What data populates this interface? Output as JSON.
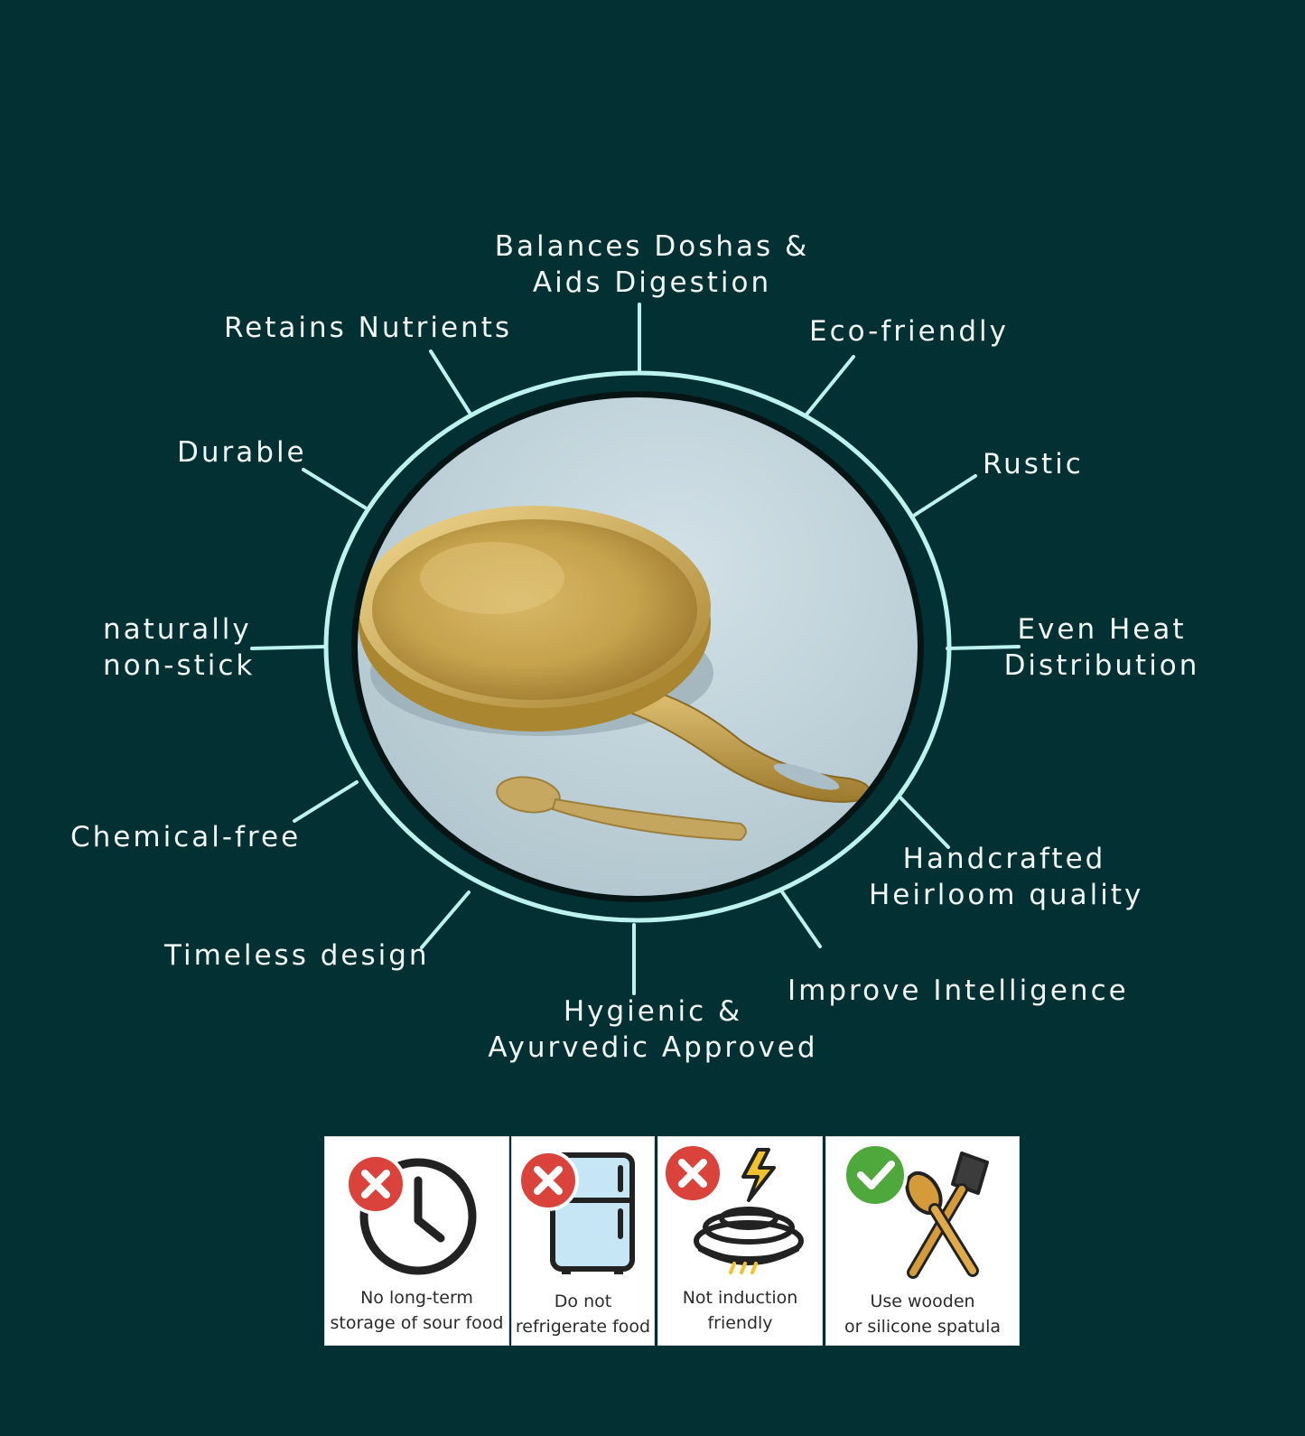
{
  "features": {
    "balances_doshas": [
      "Balances Doshas &",
      "Aids Digestion"
    ],
    "eco_friendly": "Eco-friendly",
    "retains_nutrients": "Retains Nutrients",
    "durable": "Durable",
    "rustic": "Rustic",
    "naturally_non_stick": [
      "naturally",
      "non-stick"
    ],
    "even_heat": [
      "Even Heat",
      "Distribution"
    ],
    "chemical_free": "Chemical-free",
    "handcrafted": [
      "Handcrafted",
      "Heirloom quality"
    ],
    "timeless_design": "Timeless design",
    "improve_intelligence": "Improve Intelligence",
    "hygienic": [
      "Hygienic &",
      "Ayurvedic Approved"
    ]
  },
  "care_cards": [
    {
      "lines": [
        "No long-term",
        "storage of sour food"
      ],
      "icon": "clock-icon",
      "status": "no"
    },
    {
      "lines": [
        "Do not",
        "refrigerate food"
      ],
      "icon": "fridge-icon",
      "status": "no"
    },
    {
      "lines": [
        "Not induction",
        "friendly"
      ],
      "icon": "induction-icon",
      "status": "no"
    },
    {
      "lines": [
        "Use wooden",
        "or silicone spatula"
      ],
      "icon": "spatula-icon",
      "status": "yes"
    }
  ],
  "colors": {
    "background": "#033033",
    "ring": "#bdf3ef",
    "text": "#f1f7f4",
    "no_badge": "#d9433b",
    "yes_badge": "#4fa83c",
    "brass": "#c9a64c"
  }
}
